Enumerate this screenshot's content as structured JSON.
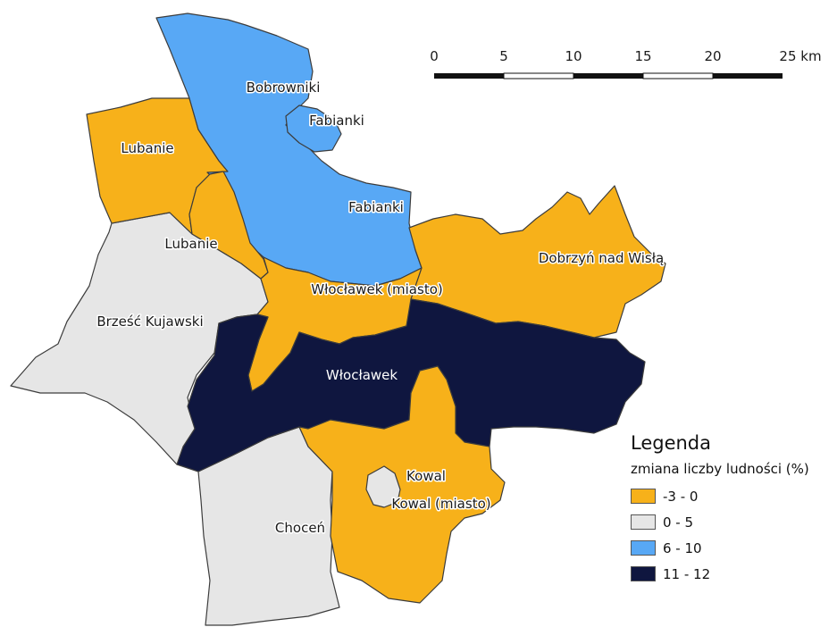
{
  "colors": {
    "class_neg3_0": "#f7b11a",
    "class_0_5": "#e6e6e6",
    "class_6_10": "#58a8f5",
    "class_11_12": "#0f163f",
    "border": "#3c3c3c"
  },
  "regions": [
    {
      "name": "Bobrowniki",
      "class": "6 - 10"
    },
    {
      "name": "Fabianki",
      "class": "6 - 10"
    },
    {
      "name": "Lubanie",
      "class": "-3 - 0"
    },
    {
      "name": "Dobrzyń nad Wisłą",
      "class": "-3 - 0"
    },
    {
      "name": "Włocławek (miasto)",
      "class": "-3 - 0"
    },
    {
      "name": "Brześć Kujawski",
      "class": "0 - 5"
    },
    {
      "name": "Włocławek",
      "class": "11 - 12"
    },
    {
      "name": "Kowal",
      "class": "-3 - 0"
    },
    {
      "name": "Kowal (miasto)",
      "class": "0 - 5"
    },
    {
      "name": "Choceń",
      "class": "0 - 5"
    }
  ],
  "labels": {
    "bobrowniki": "Bobrowniki",
    "fabianki_north": "Fabianki",
    "fabianki_south": "Fabianki",
    "lubanie_north": "Lubanie",
    "lubanie_south": "Lubanie",
    "dobrzyn": "Dobrzyń nad Wisłą",
    "wloclawek_miasto": "Włocławek (miasto)",
    "brzesc": "Brześć Kujawski",
    "wloclawek": "Włocławek",
    "kowal": "Kowal",
    "kowal_miasto": "Kowal (miasto)",
    "chocen": "Choceń"
  },
  "scalebar": {
    "ticks": [
      "0",
      "5",
      "10",
      "15",
      "20",
      "25 km"
    ]
  },
  "legend": {
    "title": "Legenda",
    "subtitle": "zmiana liczby ludności (%)",
    "items": [
      {
        "label": "-3 - 0",
        "color": "#f7b11a"
      },
      {
        "label": "0 - 5",
        "color": "#e6e6e6"
      },
      {
        "label": "6 - 10",
        "color": "#58a8f5"
      },
      {
        "label": "11 - 12",
        "color": "#0f163f"
      }
    ]
  }
}
